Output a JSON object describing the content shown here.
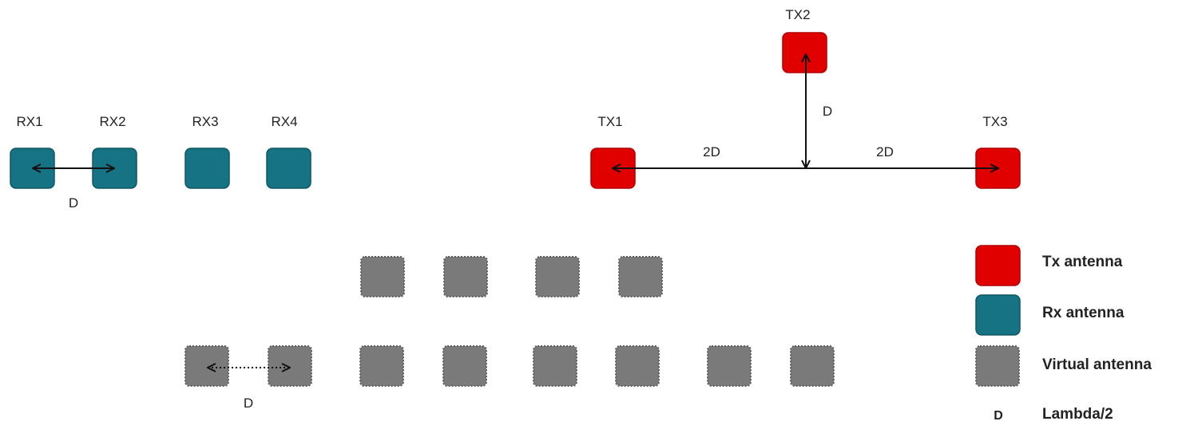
{
  "colors": {
    "tx": "#e00000",
    "tx_border": "#b30000",
    "rx": "#157383",
    "rx_border": "#0e5866",
    "virtual": "#7a7a7a",
    "virtual_border": "#5e5e5e",
    "line": "#555555"
  },
  "rx": {
    "labels": [
      "RX1",
      "RX2",
      "RX3",
      "RX4"
    ],
    "spacing_label": "D"
  },
  "tx": {
    "labels": [
      "TX1",
      "TX2",
      "TX3"
    ],
    "vertical_label": "D",
    "left_label": "2D",
    "right_label": "2D"
  },
  "virtual": {
    "spacing_label": "D"
  },
  "legend": {
    "tx": "Tx antenna",
    "rx": "Rx antenna",
    "virtual": "Virtual antenna",
    "d_symbol": "D",
    "d_meaning": "Lambda/2"
  }
}
